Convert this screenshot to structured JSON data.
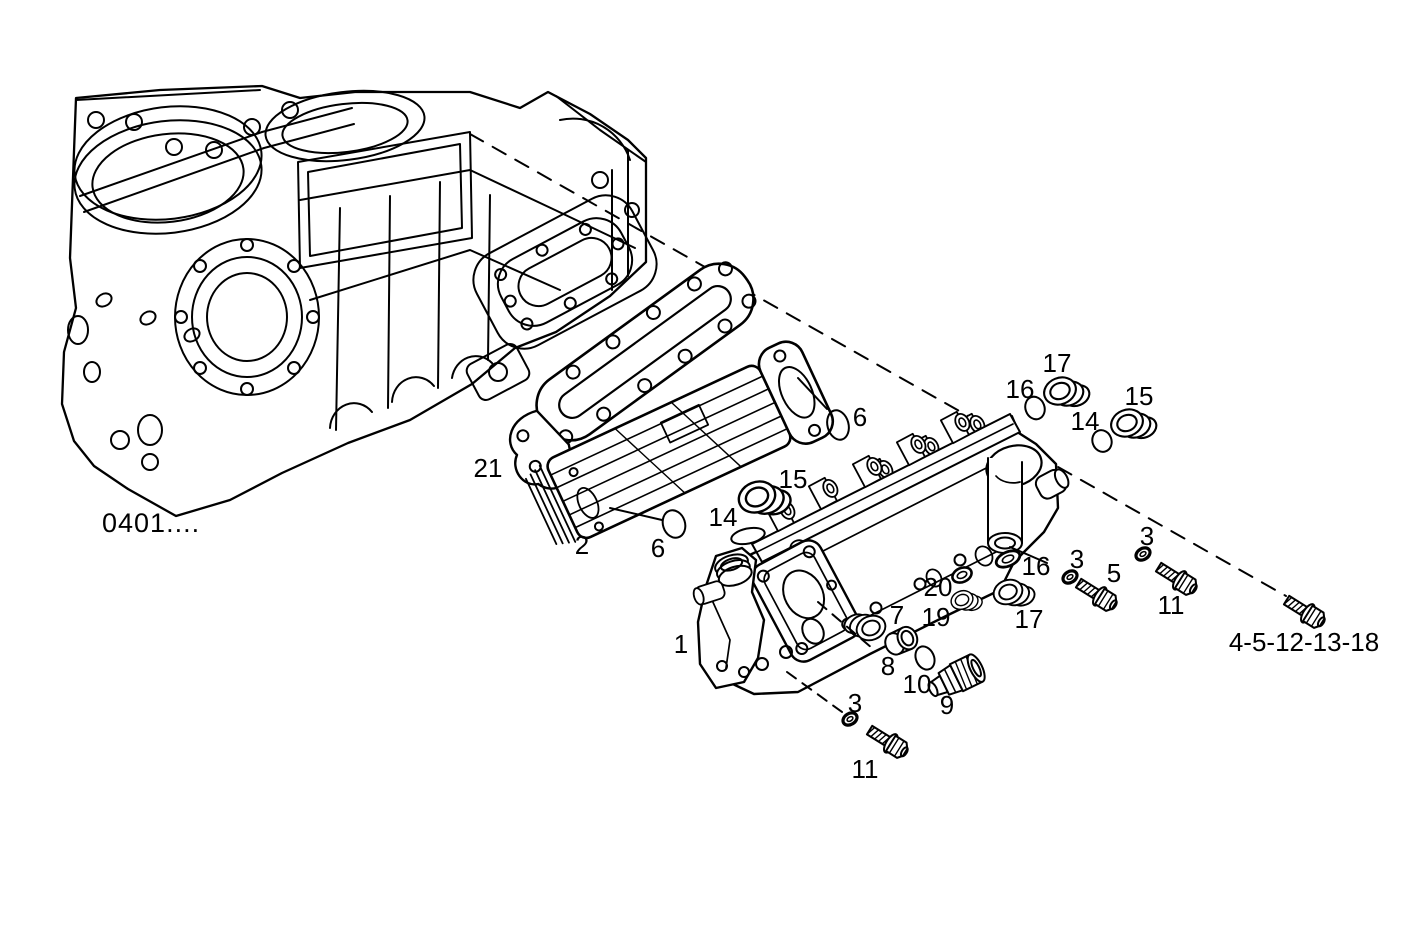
{
  "figure": {
    "drawing_code": "0401....",
    "group_callout": "4-5-12-13-18",
    "callouts": [
      {
        "text": "1"
      },
      {
        "text": "2"
      },
      {
        "text": "3"
      },
      {
        "text": "3"
      },
      {
        "text": "3"
      },
      {
        "text": "5"
      },
      {
        "text": "6"
      },
      {
        "text": "6"
      },
      {
        "text": "7"
      },
      {
        "text": "8"
      },
      {
        "text": "9"
      },
      {
        "text": "10"
      },
      {
        "text": "11"
      },
      {
        "text": "11"
      },
      {
        "text": "14"
      },
      {
        "text": "14"
      },
      {
        "text": "15"
      },
      {
        "text": "15"
      },
      {
        "text": "16"
      },
      {
        "text": "16"
      },
      {
        "text": "17"
      },
      {
        "text": "17"
      },
      {
        "text": "19"
      },
      {
        "text": "20"
      },
      {
        "text": "21"
      },
      {
        "text": "4-5-12-13-18"
      }
    ]
  },
  "colors": {
    "line": "#000000",
    "background": "#ffffff"
  }
}
